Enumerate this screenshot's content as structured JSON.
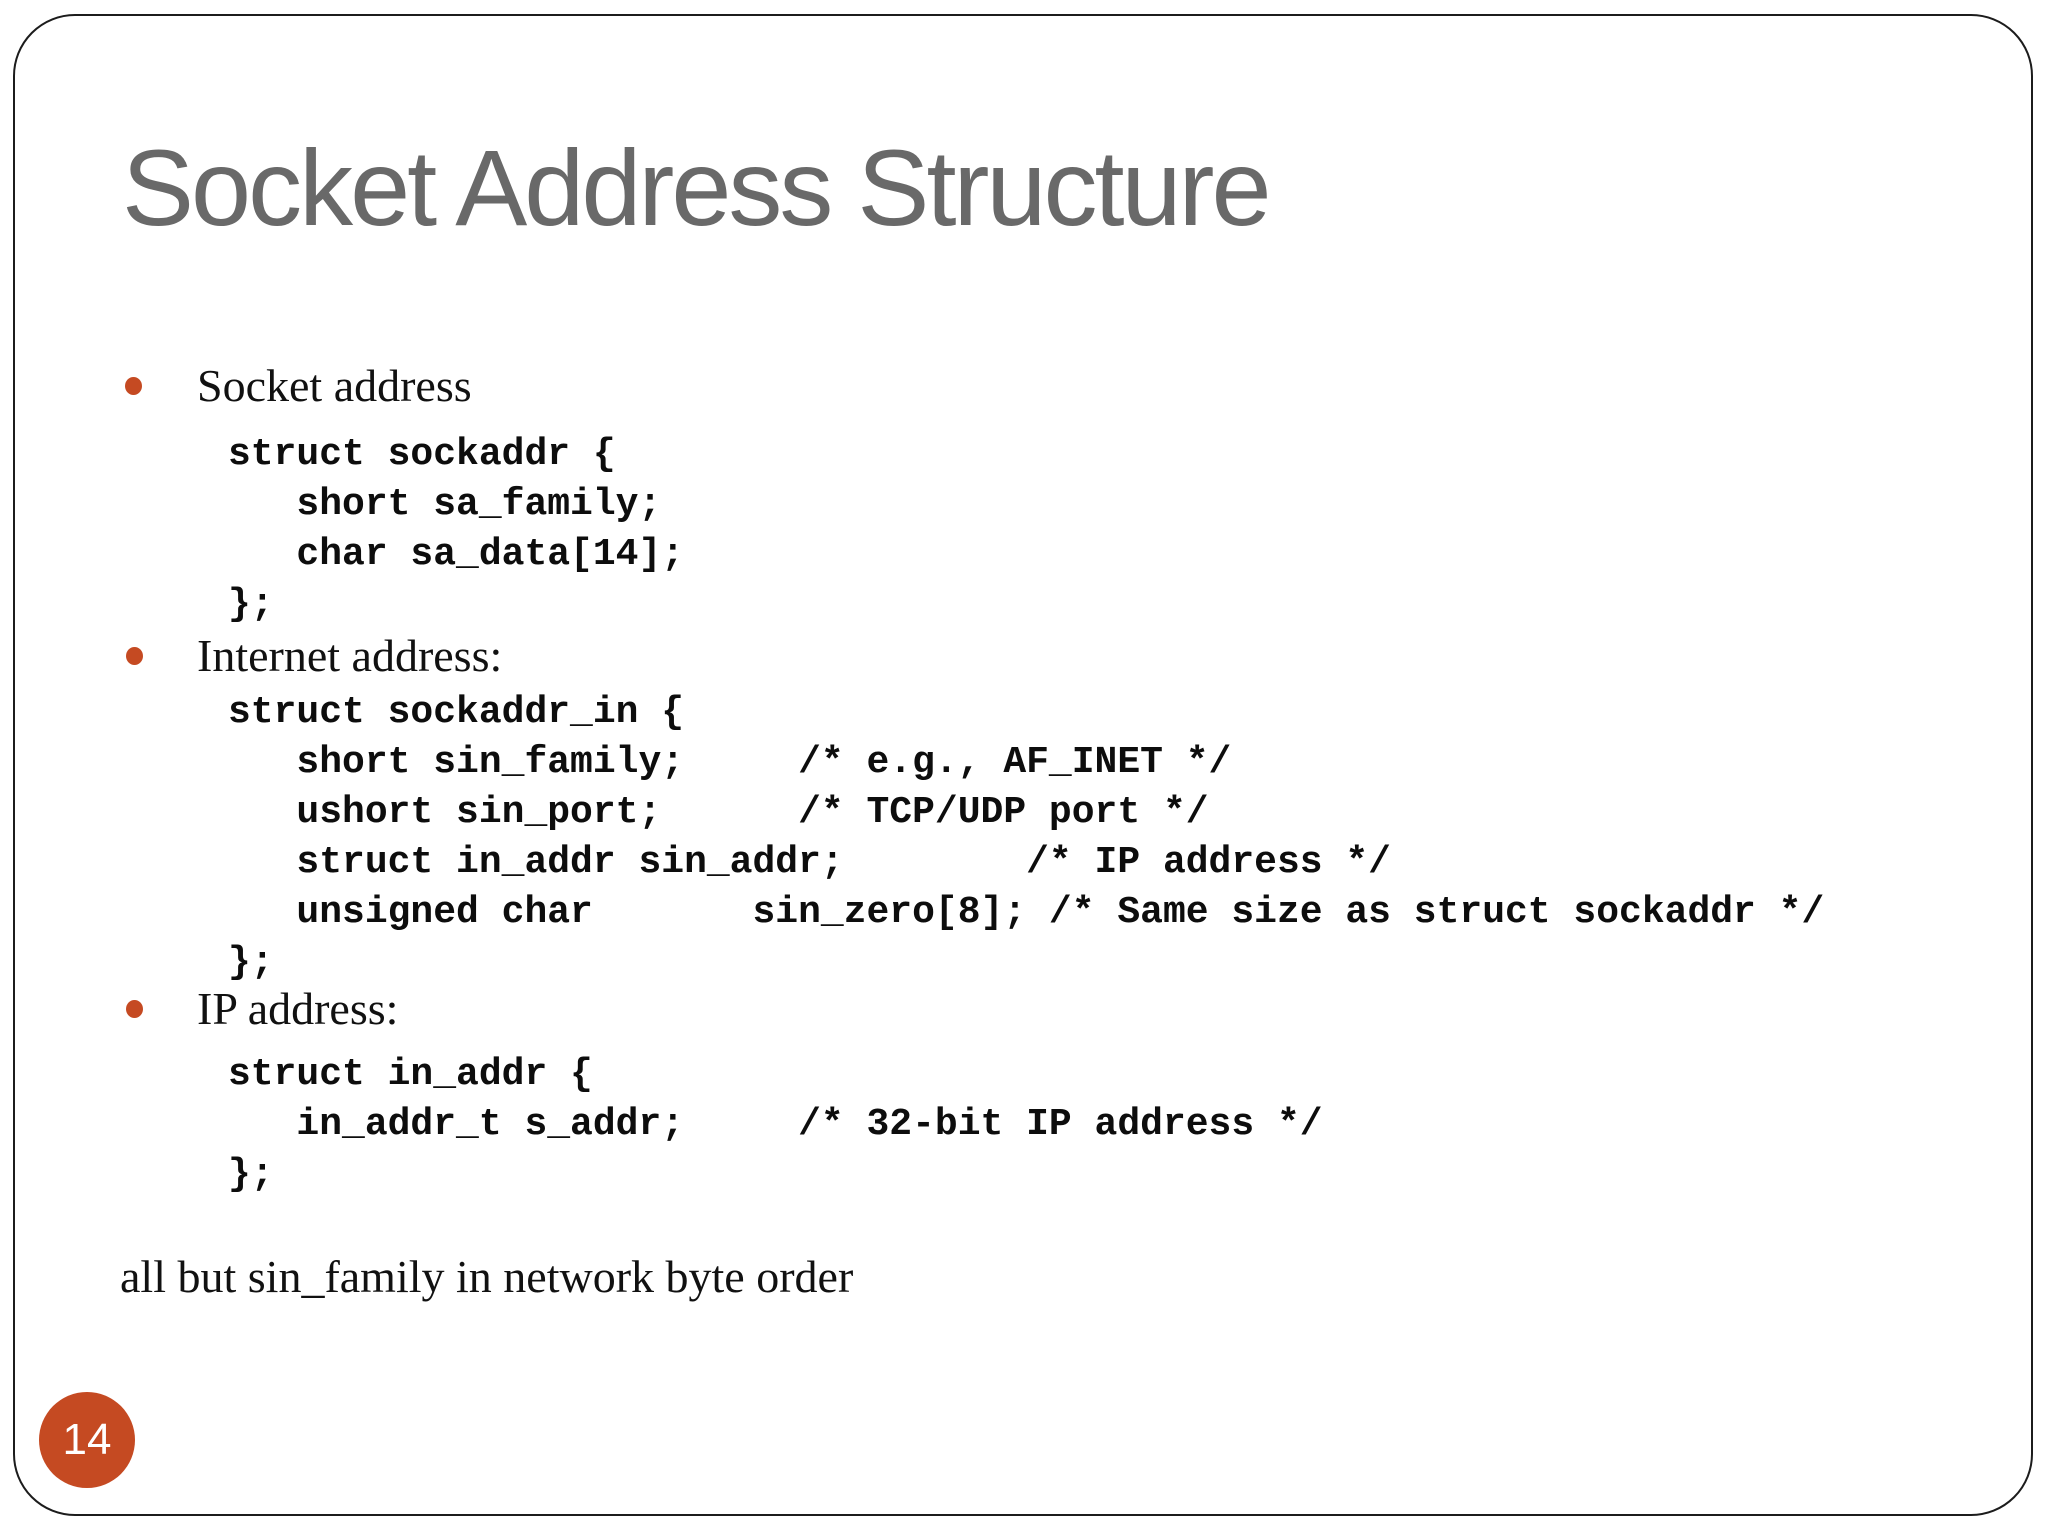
{
  "slide": {
    "title": "Socket Address Structure",
    "footer": "all but sin_family in network byte order",
    "page_number": "14"
  },
  "colors": {
    "accent": "#C54A22",
    "title_gray": "#696969",
    "code_black": "#0d0d0d",
    "frame_black": "#1c1c1c"
  },
  "sections": [
    {
      "label": "Socket address",
      "code": [
        "struct sockaddr {",
        "   short sa_family;",
        "   char sa_data[14];",
        "};"
      ]
    },
    {
      "label": "Internet address:",
      "code": [
        "struct sockaddr_in {",
        "   short sin_family;     /* e.g., AF_INET */",
        "   ushort sin_port;      /* TCP/UDP port */",
        "   struct in_addr sin_addr;        /* IP address */",
        "   unsigned char       sin_zero[8]; /* Same size as struct sockaddr */",
        "};"
      ]
    },
    {
      "label": "IP address:",
      "code": [
        "struct in_addr {",
        "   in_addr_t s_addr;     /* 32-bit IP address */",
        "};"
      ]
    }
  ]
}
